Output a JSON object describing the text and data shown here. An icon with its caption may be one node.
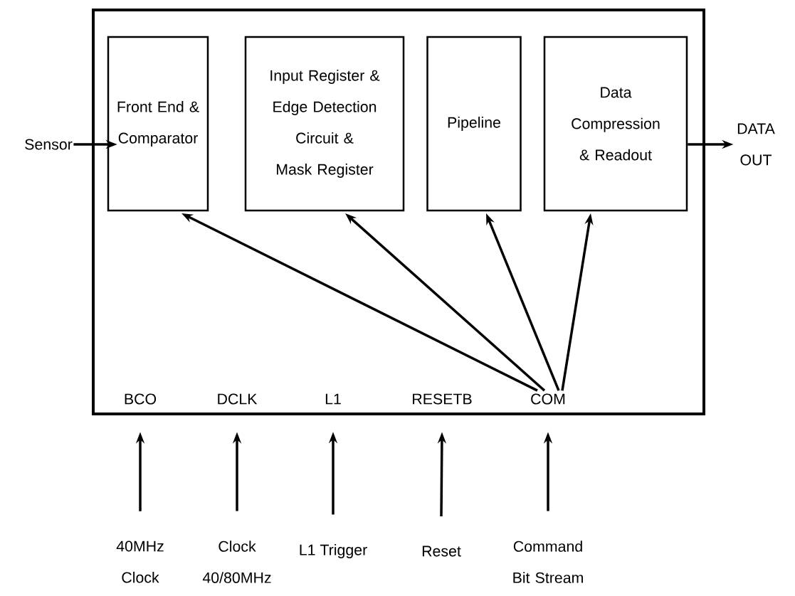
{
  "diagram": {
    "nodes": [
      {
        "text": [],
        "shape": "box"
      },
      {
        "text": [
          "Front End & Comparator"
        ],
        "in": 0
      },
      {
        "text": [
          "Input Register & Edge Detection Circuit & Mask Register"
        ],
        "in": 0
      },
      {
        "text": [
          "Pipeline"
        ],
        "in": 0
      },
      {
        "text": [
          "Data Compression & Readout"
        ],
        "in": 0
      },
      {
        "text": [
          "Sensor"
        ]
      },
      {
        "text": [
          "DATA OUT"
        ]
      },
      {
        "text": [
          "BCO"
        ],
        "in": 0
      },
      {
        "text": [
          "DCLK"
        ],
        "in": 0
      },
      {
        "text": [
          "L1"
        ],
        "in": 0
      },
      {
        "text": [
          "RESETB"
        ],
        "in": 0
      },
      {
        "text": [
          "COM"
        ],
        "in": 0
      },
      {
        "text": [
          "40MHz Clock"
        ]
      },
      {
        "text": [
          "Clock 40/80MHz"
        ]
      },
      {
        "text": [
          "L1 Trigger"
        ]
      },
      {
        "text": [
          "Reset"
        ]
      },
      {
        "text": [
          "Command Bit Stream"
        ]
      }
    ],
    "edges": [
      {
        "from": 5,
        "to": 1,
        "arrow": "to"
      },
      {
        "from": 4,
        "to": 6,
        "arrow": "to"
      },
      {
        "from": 11,
        "to": 1,
        "arrow": "to"
      },
      {
        "from": 11,
        "to": 2,
        "arrow": "to"
      },
      {
        "from": 11,
        "to": 3,
        "arrow": "to"
      },
      {
        "from": 11,
        "to": 4,
        "arrow": "to"
      },
      {
        "from": 12,
        "to": 7,
        "arrow": "to"
      },
      {
        "from": 13,
        "to": 8,
        "arrow": "to"
      },
      {
        "from": 14,
        "to": 9,
        "arrow": "to"
      },
      {
        "from": 15,
        "to": 10,
        "arrow": "to"
      },
      {
        "from": 16,
        "to": 11,
        "arrow": "to"
      }
    ]
  }
}
